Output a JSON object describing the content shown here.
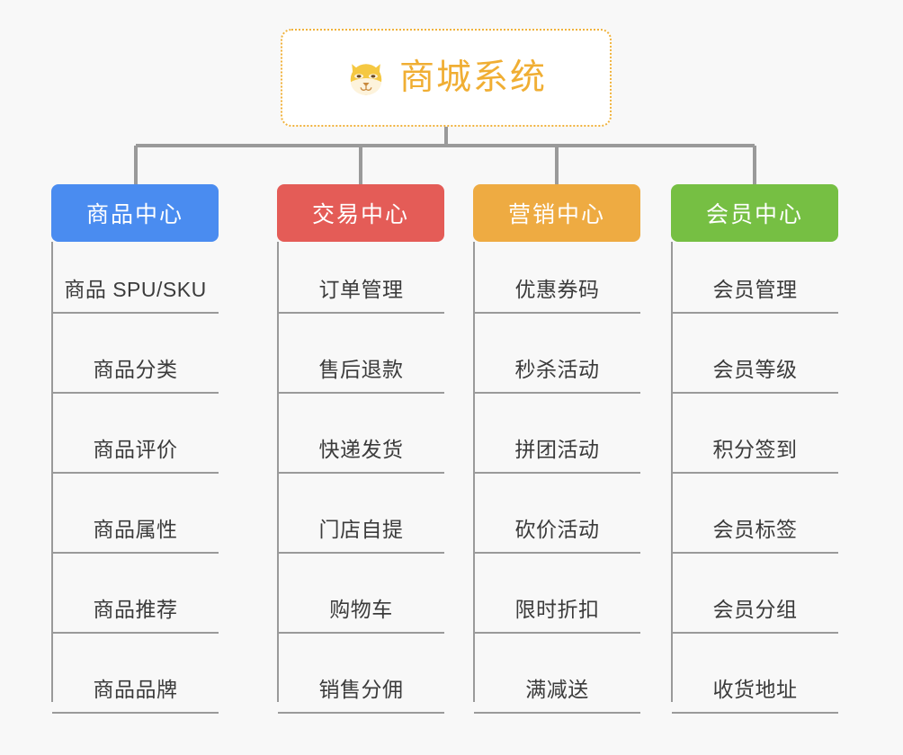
{
  "diagram": {
    "title": "商城系统",
    "type": "org-chart",
    "background_color": "#f8f8f8",
    "connector_color": "#9a9a9a",
    "root": {
      "label": "商城系统",
      "icon": "shiba-dog-emoji",
      "text_color": "#f0ae33",
      "border_color": "#f0b23c",
      "fill_color": "#ffffff"
    },
    "columns": [
      {
        "id": "product-center",
        "label": "商品中心",
        "color": "#4a8cf0",
        "items": [
          "商品 SPU/SKU",
          "商品分类",
          "商品评价",
          "商品属性",
          "商品推荐",
          "商品品牌"
        ]
      },
      {
        "id": "trade-center",
        "label": "交易中心",
        "color": "#e45c57",
        "items": [
          "订单管理",
          "售后退款",
          "快递发货",
          "门店自提",
          "购物车",
          "销售分佣"
        ]
      },
      {
        "id": "marketing-center",
        "label": "营销中心",
        "color": "#eeab42",
        "items": [
          "优惠券码",
          "秒杀活动",
          "拼团活动",
          "砍价活动",
          "限时折扣",
          "满减送"
        ]
      },
      {
        "id": "member-center",
        "label": "会员中心",
        "color": "#76bf43",
        "items": [
          "会员管理",
          "会员等级",
          "积分签到",
          "会员标签",
          "会员分组",
          "收货地址"
        ]
      }
    ]
  }
}
